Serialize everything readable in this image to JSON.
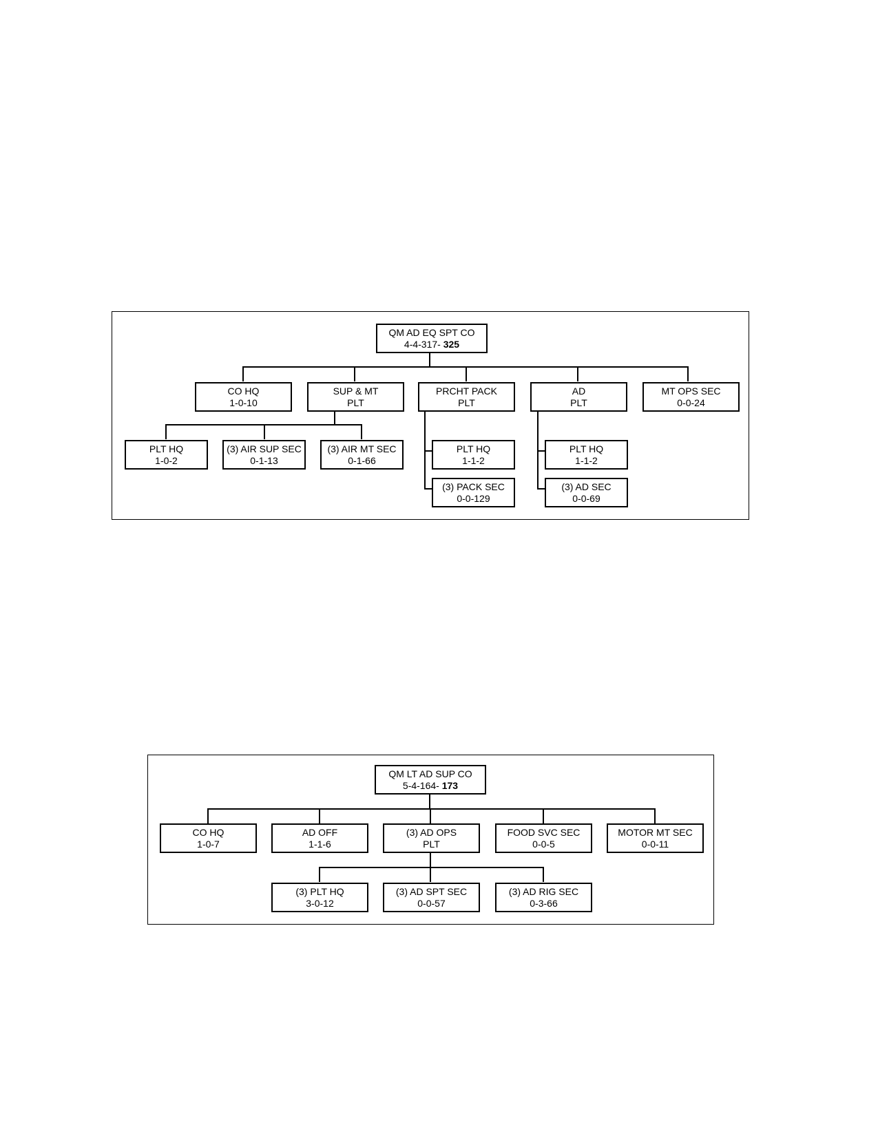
{
  "chart1": {
    "root": {
      "line1": "QM AD EQ SPT CO",
      "line2_prefix": "4-4-317- ",
      "line2_total": "325"
    },
    "co_hq": {
      "line1": "CO HQ",
      "line2": "1-0-10"
    },
    "sup_mt_plt": {
      "line1": "SUP & MT",
      "line2": "PLT"
    },
    "prcht_pack_plt": {
      "line1": "PRCHT PACK",
      "line2": "PLT"
    },
    "ad_plt": {
      "line1": "AD",
      "line2": "PLT"
    },
    "mt_ops_sec": {
      "line1": "MT OPS SEC",
      "line2": "0-0-24"
    },
    "sup_plt_hq": {
      "line1": "PLT HQ",
      "line2": "1-0-2"
    },
    "air_sup_sec": {
      "line1": "(3) AIR SUP SEC",
      "line2": "0-1-13"
    },
    "air_mt_sec": {
      "line1": "(3) AIR MT SEC",
      "line2": "0-1-66"
    },
    "pack_plt_hq": {
      "line1": "PLT HQ",
      "line2": "1-1-2"
    },
    "pack_sec": {
      "line1": "(3) PACK SEC",
      "line2": "0-0-129"
    },
    "ad_plt_hq": {
      "line1": "PLT HQ",
      "line2": "1-1-2"
    },
    "ad_sec": {
      "line1": "(3) AD SEC",
      "line2": "0-0-69"
    }
  },
  "chart2": {
    "root": {
      "line1": "QM LT AD SUP CO",
      "line2_prefix": "5-4-164- ",
      "line2_total": "173"
    },
    "co_hq": {
      "line1": "CO HQ",
      "line2": "1-0-7"
    },
    "ad_off": {
      "line1": "AD OFF",
      "line2": "1-1-6"
    },
    "ad_ops_plt": {
      "line1": "(3) AD OPS",
      "line2": "PLT"
    },
    "food_svc_sec": {
      "line1": "FOOD SVC SEC",
      "line2": "0-0-5"
    },
    "motor_mt_sec": {
      "line1": "MOTOR MT SEC",
      "line2": "0-0-11"
    },
    "plt_hq": {
      "line1": "(3) PLT HQ",
      "line2": "3-0-12"
    },
    "ad_spt_sec": {
      "line1": "(3) AD SPT SEC",
      "line2": "0-0-57"
    },
    "ad_rig_sec": {
      "line1": "(3) AD RIG SEC",
      "line2": "0-3-66"
    }
  }
}
